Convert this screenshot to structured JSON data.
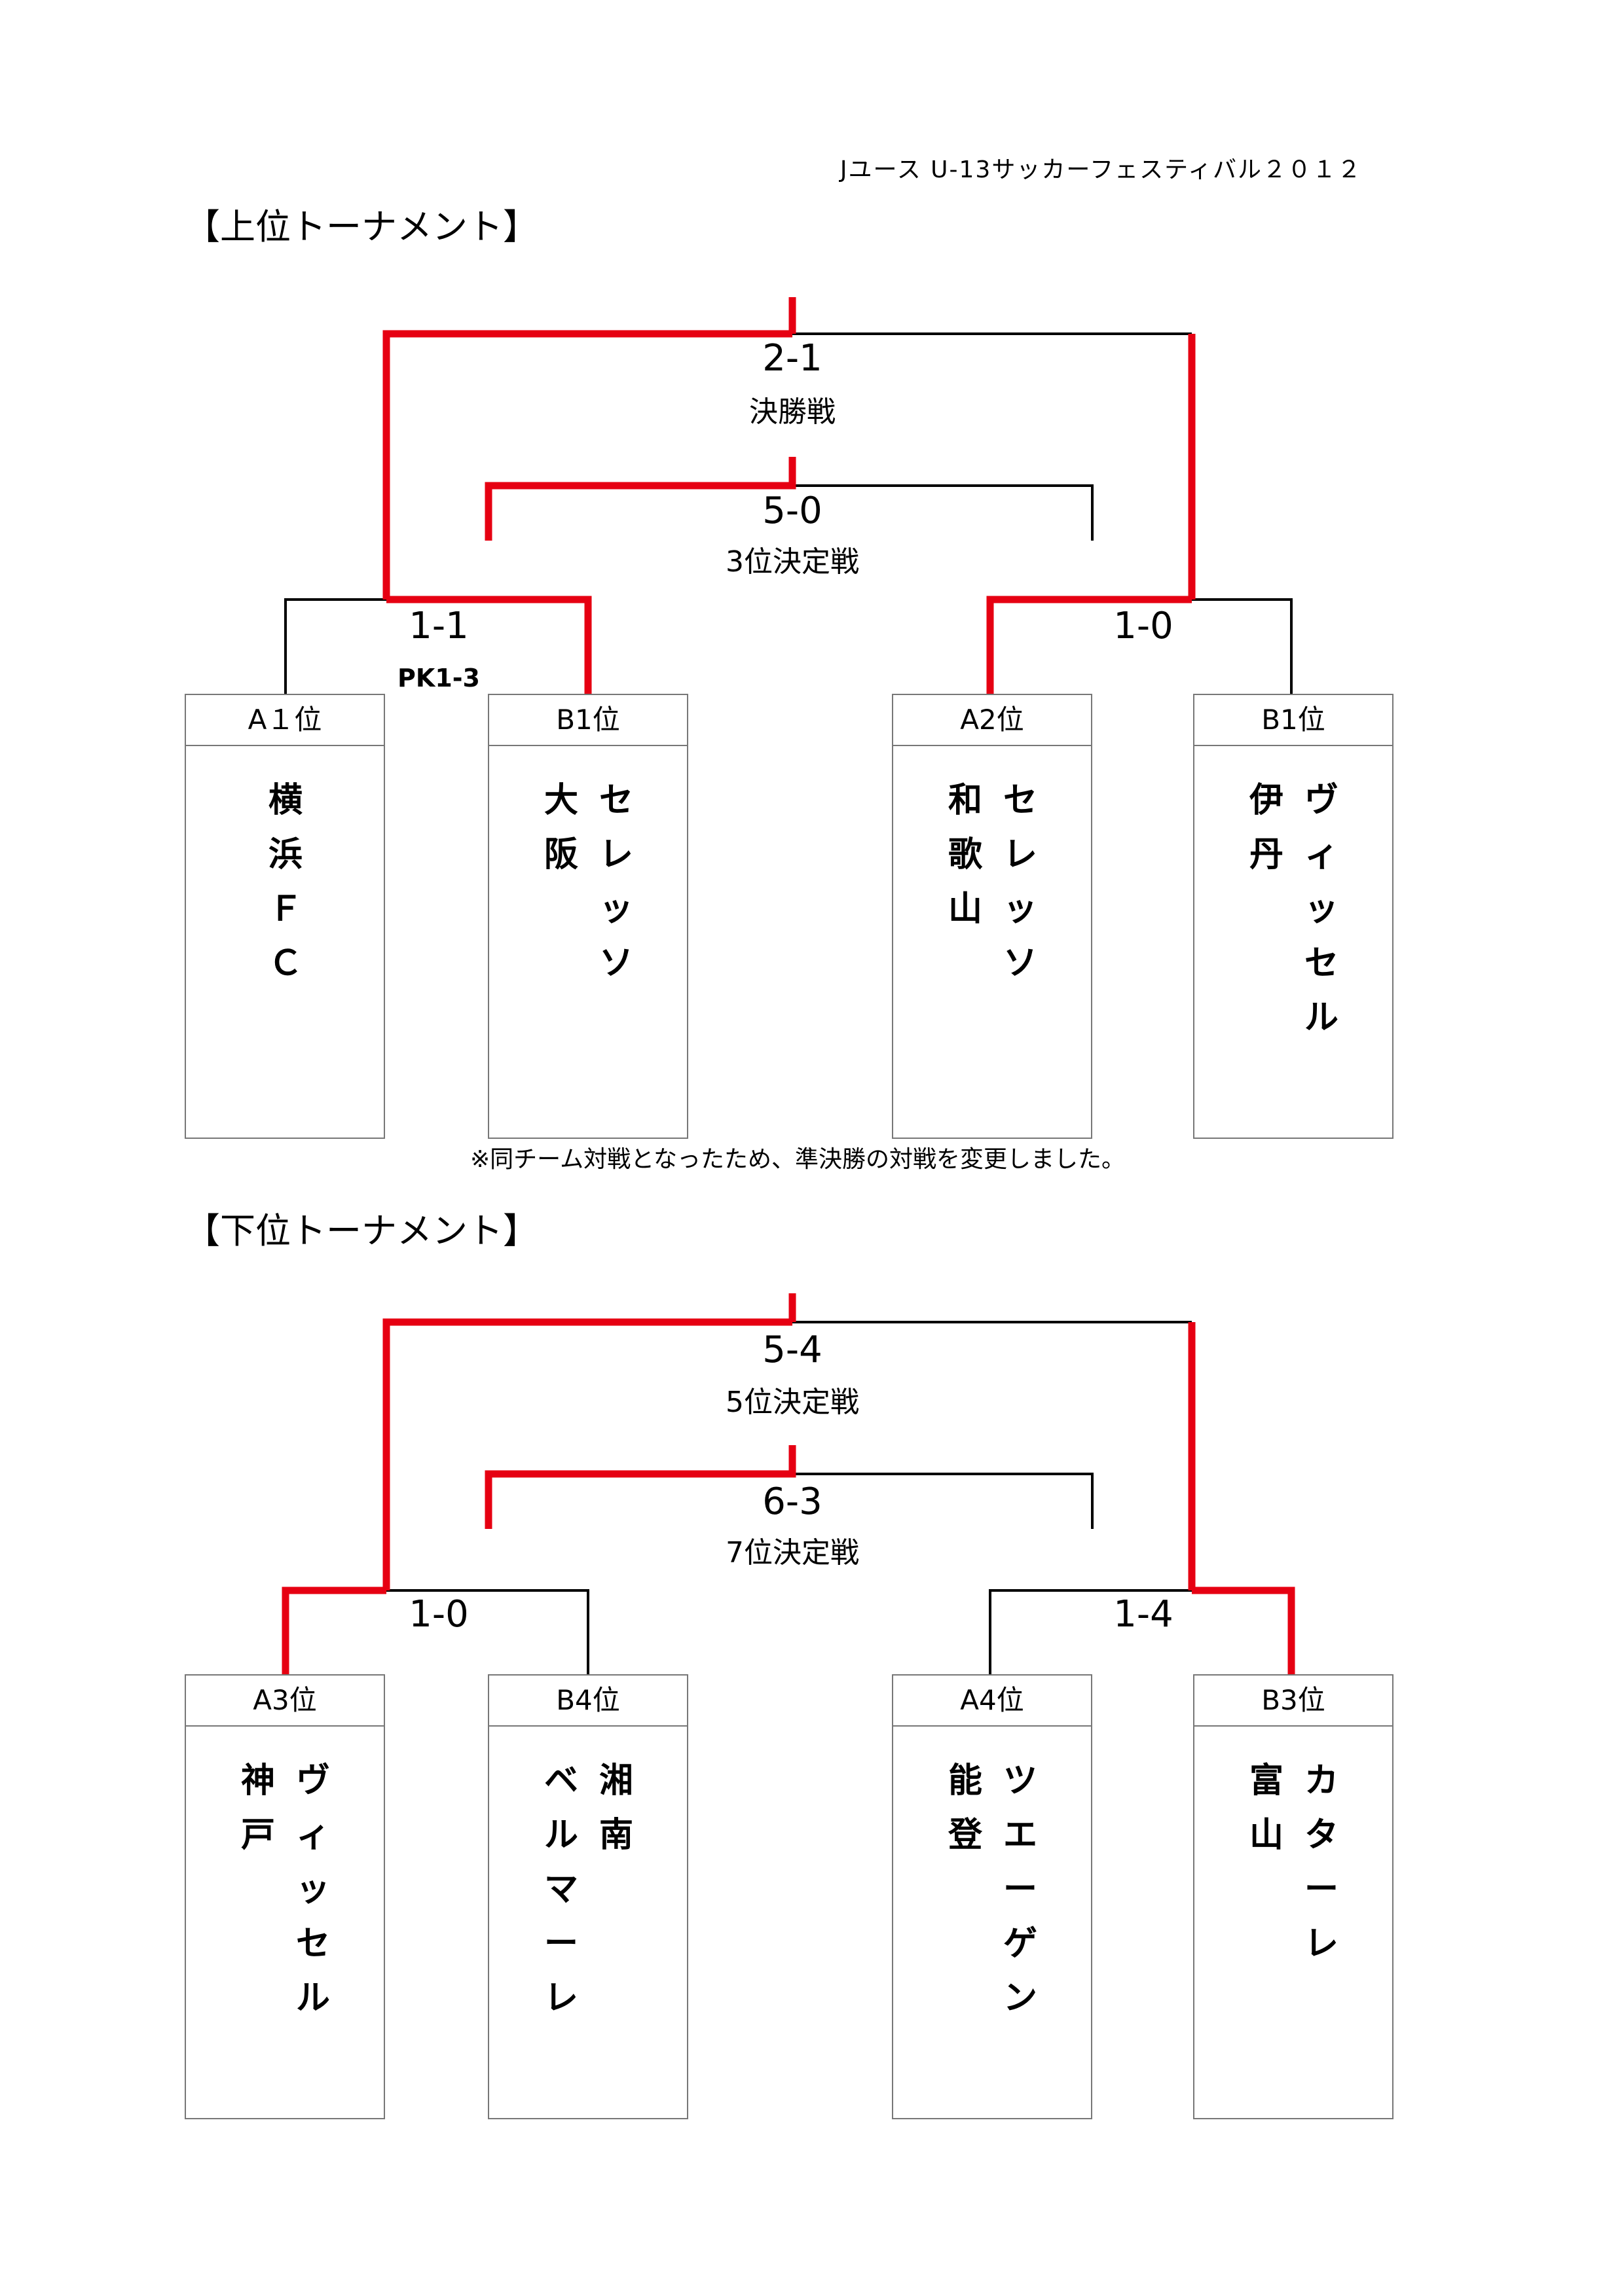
{
  "header": {
    "title": "Jユース U-13サッカーフェスティバル２０１２"
  },
  "upper": {
    "title": "【上位トーナメント】",
    "final": {
      "score": "2-1",
      "label": "決勝戦"
    },
    "third": {
      "score": "5-0",
      "label": "3位決定戦"
    },
    "semi_left": {
      "score": "1-1",
      "pk": "PK1-3"
    },
    "semi_right": {
      "score": "1-0"
    },
    "teams": [
      {
        "seed": "A１位",
        "cols": [
          "横浜ＦＣ"
        ]
      },
      {
        "seed": "B1位",
        "cols": [
          "大阪",
          "セレッソ"
        ]
      },
      {
        "seed": "A2位",
        "cols": [
          "和歌山",
          "セレッソ"
        ]
      },
      {
        "seed": "B1位",
        "cols": [
          "伊丹",
          "ヴィッセル"
        ]
      }
    ],
    "note": "※同チーム対戦となったため、準決勝の対戦を変更しました。"
  },
  "lower": {
    "title": "【下位トーナメント】",
    "fifth": {
      "score": "5-4",
      "label": "5位決定戦"
    },
    "seventh": {
      "score": "6-3",
      "label": "7位決定戦"
    },
    "semi_left": {
      "score": "1-0"
    },
    "semi_right": {
      "score": "1-4"
    },
    "teams": [
      {
        "seed": "A3位",
        "cols": [
          "神戸",
          "ヴィッセル"
        ]
      },
      {
        "seed": "B4位",
        "cols": [
          "ベルマーレ",
          "湘南"
        ]
      },
      {
        "seed": "A4位",
        "cols": [
          "能登",
          "ツエーゲン"
        ]
      },
      {
        "seed": "B3位",
        "cols": [
          "富山",
          "カターレ"
        ]
      }
    ]
  },
  "colors": {
    "winner_line": "#e60012",
    "line": "#000000",
    "box_border": "#777777"
  }
}
